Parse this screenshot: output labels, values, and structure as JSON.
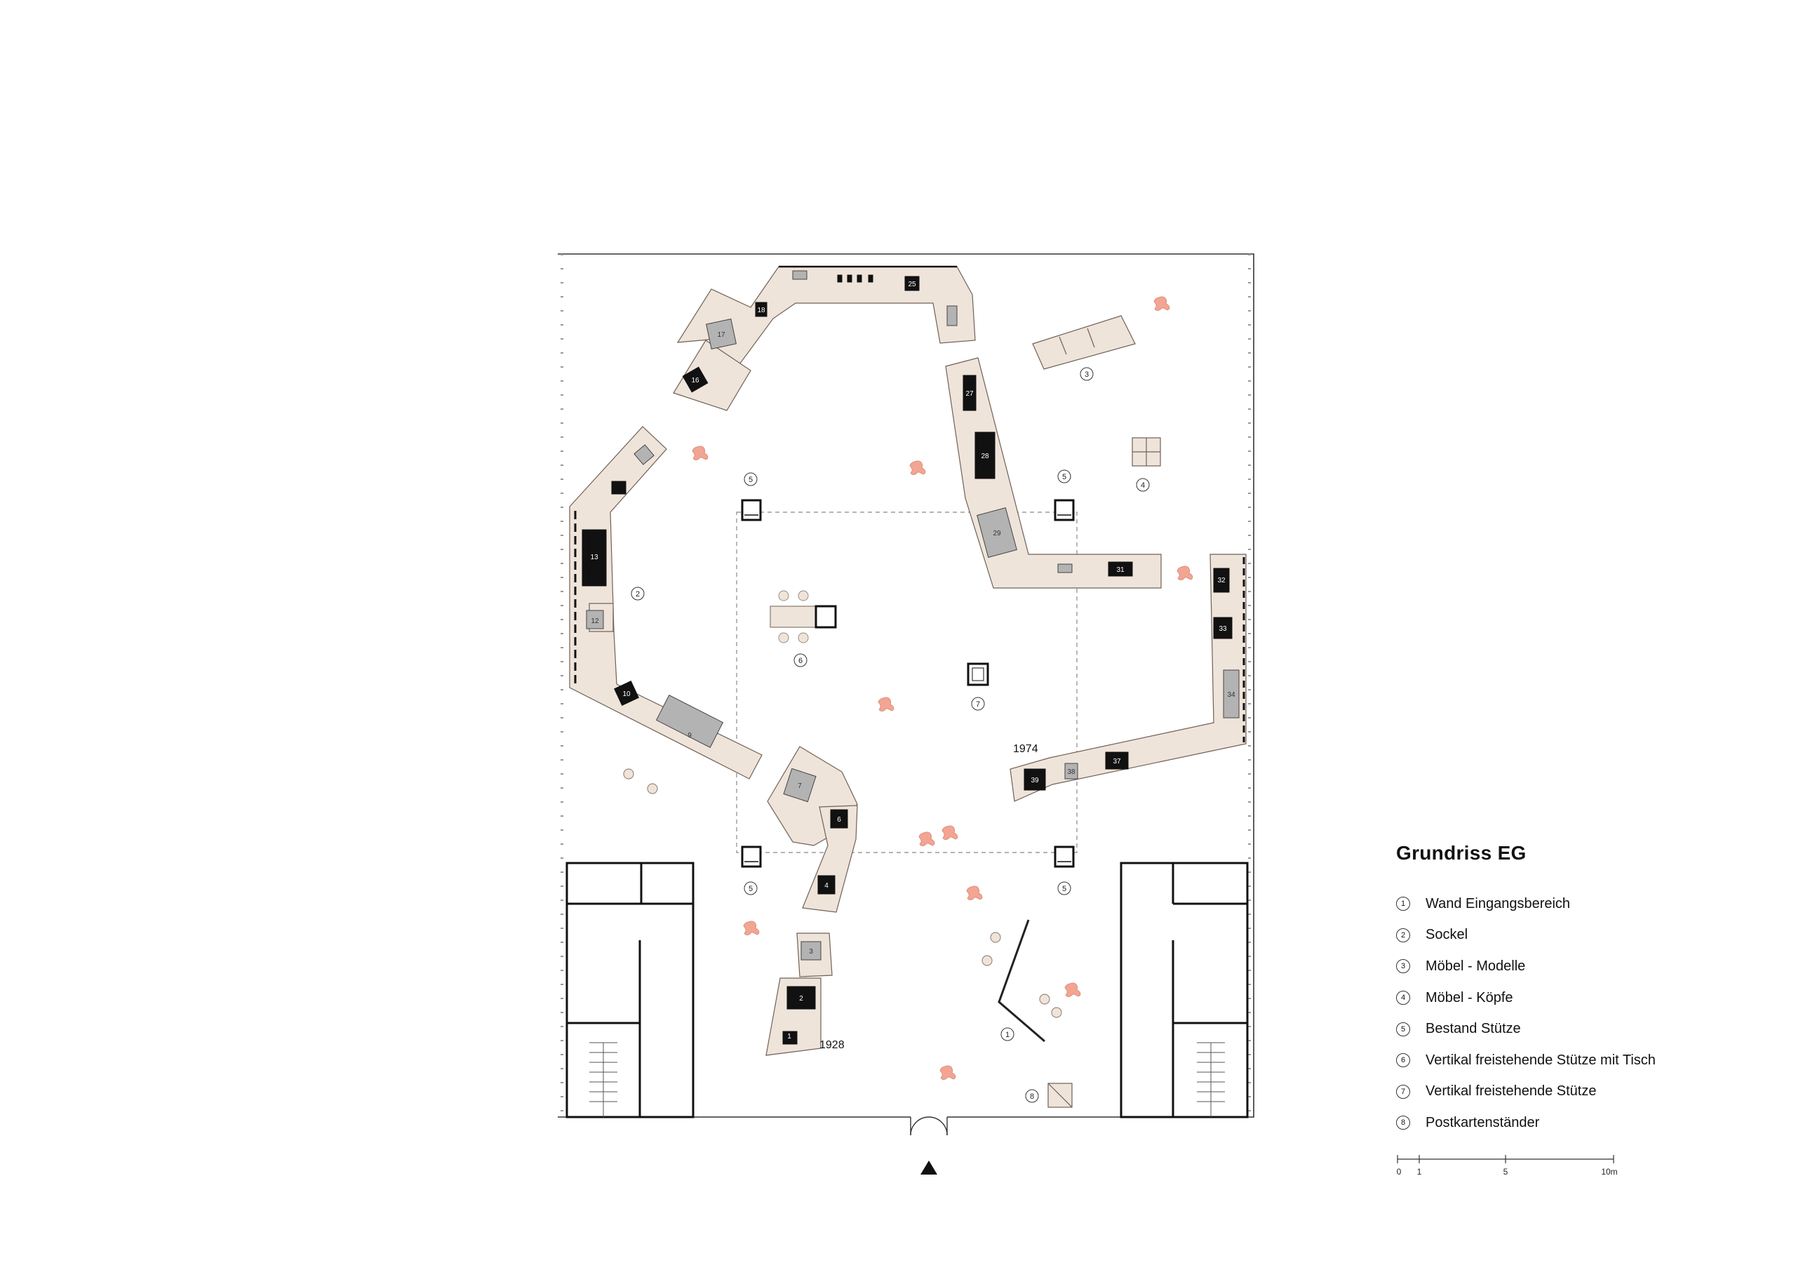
{
  "legend": {
    "title": "Grundriss EG",
    "items": [
      {
        "num": "1",
        "label": "Wand Eingangsbereich"
      },
      {
        "num": "2",
        "label": "Sockel"
      },
      {
        "num": "3",
        "label": "Möbel - Modelle"
      },
      {
        "num": "4",
        "label": "Möbel - Köpfe"
      },
      {
        "num": "5",
        "label": "Bestand Stütze"
      },
      {
        "num": "6",
        "label": "Vertikal freistehende Stütze mit Tisch"
      },
      {
        "num": "7",
        "label": "Vertikal freistehende Stütze"
      },
      {
        "num": "8",
        "label": "Postkartenständer"
      }
    ]
  },
  "scale_bar": {
    "ticks": [
      "0",
      "1",
      "5",
      "10m"
    ]
  },
  "annotations": {
    "year_1928": "1928",
    "year_1974": "1974"
  },
  "markers": {
    "m1": "1",
    "m2": "2",
    "m3": "3",
    "m4": "4",
    "m5": "5",
    "m6": "6",
    "m7": "7",
    "m8": "8"
  },
  "exhibits": {
    "e1": "1",
    "e2": "2",
    "e3": "3",
    "e4": "4",
    "e6": "6",
    "e7": "7",
    "e9": "9",
    "e10": "10",
    "e12": "12",
    "e13": "13",
    "e16": "16",
    "e17": "17",
    "e18": "18",
    "e25": "25",
    "e27": "27",
    "e28": "28",
    "e29": "29",
    "e31": "31",
    "e32": "32",
    "e33": "33",
    "e34": "34",
    "e37": "37",
    "e38": "38",
    "e39": "39"
  },
  "colors": {
    "plinth": "#efe4da",
    "plinth_stroke": "#6f6057",
    "figure": "#f2a593",
    "wall": "#111111",
    "exhibit_dark": "#111111",
    "exhibit_grey": "#b3b3b3"
  }
}
